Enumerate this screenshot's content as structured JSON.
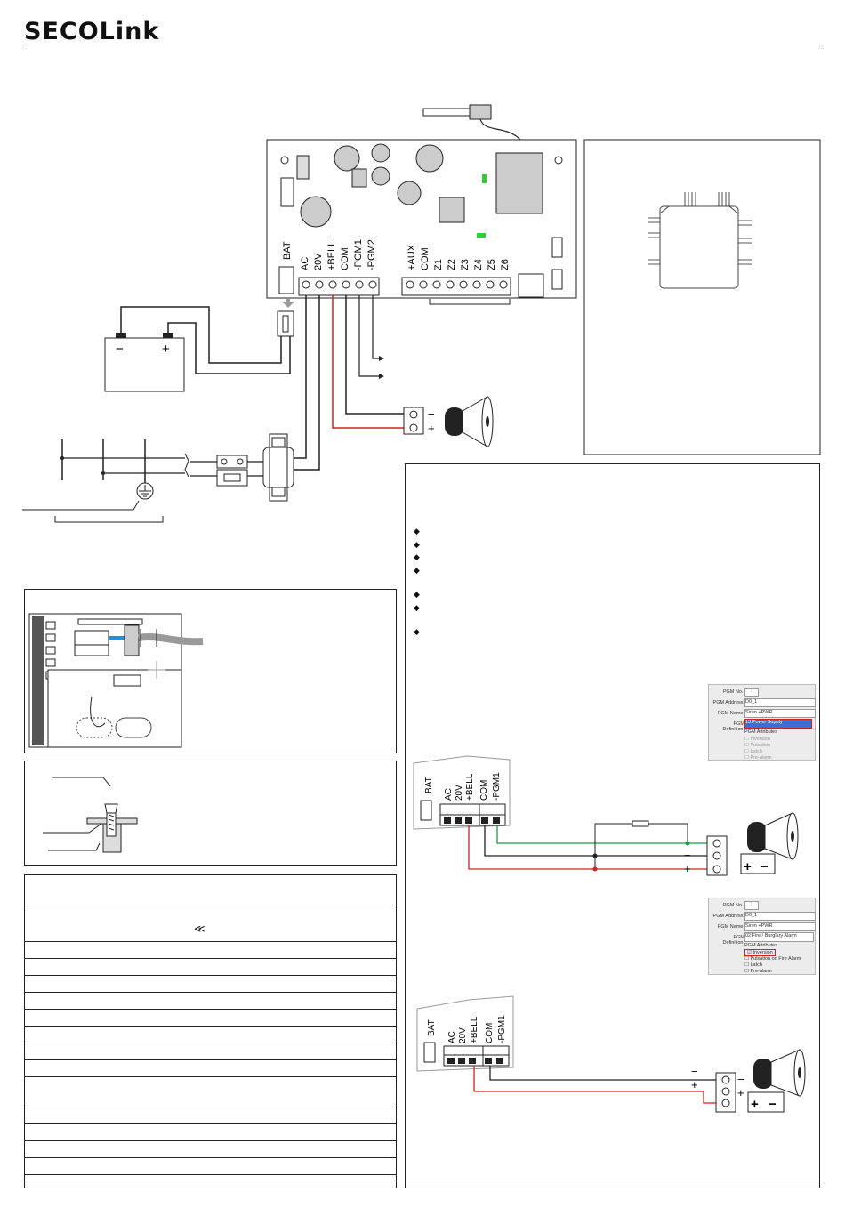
{
  "header": {
    "logo_text": "SECOLink"
  },
  "main_board": {
    "left_terminals": [
      "BAT",
      "AC",
      "20V",
      "+BELL",
      "COM",
      "-PGM1",
      "-PGM2"
    ],
    "right_terminals": [
      "+AUX",
      "COM",
      "Z1",
      "Z2",
      "Z3",
      "Z4",
      "Z5",
      "Z6"
    ],
    "battery_minus": "−",
    "battery_plus": "+",
    "siren_minus": "−",
    "siren_plus": "+"
  },
  "siren_diagram_1": {
    "terminals": [
      "BAT",
      "AC",
      "20V",
      "+BELL",
      "COM",
      "-PGM1"
    ],
    "minus": "−",
    "plus": "+"
  },
  "siren_diagram_2": {
    "terminals": [
      "BAT",
      "AC",
      "20V",
      "+BELL",
      "COM",
      "-PGM1"
    ],
    "minus": "−",
    "plus": "+"
  },
  "pgm_screen_1": {
    "fields": [
      "PGM No.:",
      "PGM Address:",
      "PGM Name:",
      "PGM Definition:"
    ],
    "no_value": "1",
    "address_value": "D0_1",
    "name_value": "Siren +PWR",
    "definition_value": "13:Power Supply",
    "attributes_title": "PGM Attributes",
    "attributes": [
      "Inversion",
      "Pulsation",
      "Latch",
      "Pre-alarm"
    ]
  },
  "pgm_screen_2": {
    "fields": [
      "PGM No.:",
      "PGM Address:",
      "PGM Name:",
      "PGM Definition:"
    ],
    "no_value": "1",
    "address_value": "D0_1",
    "name_value": "Siren +PWR",
    "definition_value": "02:Fire / Burglary Alarm",
    "attributes_title": "PGM Attributes",
    "attributes": [
      "Inversion",
      "Pulsation on Fire Alarm",
      "Latch",
      "Pre-alarm"
    ]
  },
  "spec_table": {
    "row2_symbol": "≪"
  },
  "bullets": {
    "symbol": "◆"
  },
  "colors": {
    "red_wire": "#d42020",
    "green_wire": "#1a9a4a",
    "board_green": "#33cc33"
  }
}
